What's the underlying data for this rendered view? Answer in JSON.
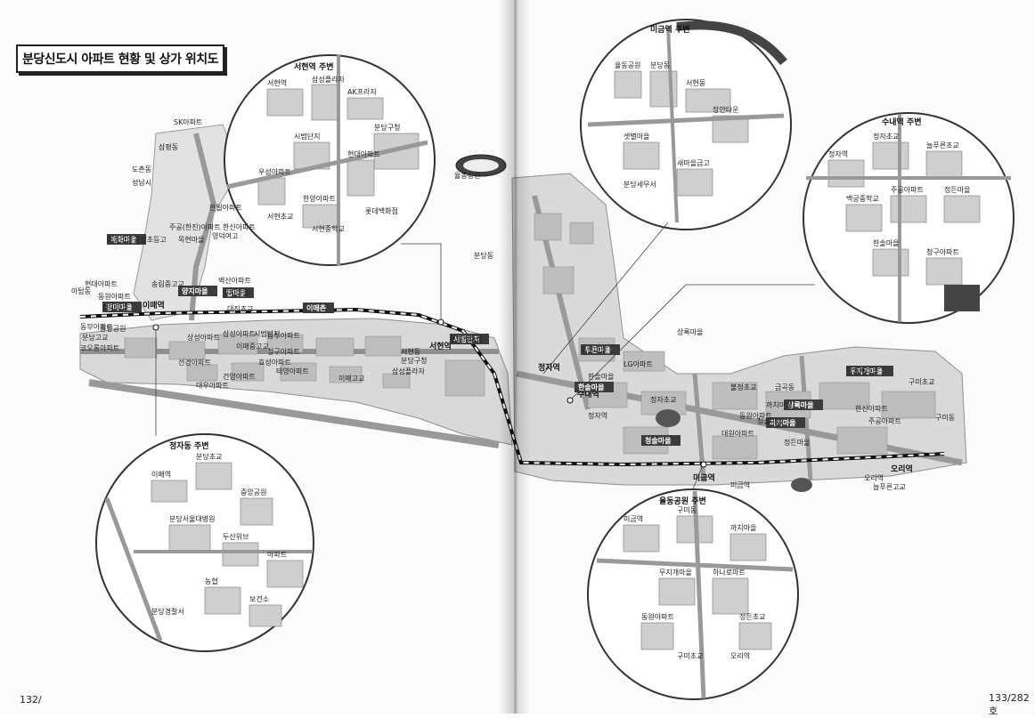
{
  "title": "분당신도시 아파트 현황 및 상가 위치도",
  "page_left": "132/",
  "page_right": "133/282호",
  "stations": [
    "이매역",
    "서현역",
    "수내역",
    "정자역",
    "미금역",
    "오리역"
  ],
  "villages": [
    "장미마을",
    "이매촌",
    "시범단지",
    "한솔마을",
    "양지마을",
    "탑마을",
    "매화마을",
    "푸른마을",
    "청솔마을",
    "까치마을",
    "상록마을",
    "무지개마을"
  ],
  "labels_left": [
    "SK아파트",
    "삼평동",
    "도촌동",
    "성남시",
    "한일아파트",
    "주공(한진)아파트",
    "한신아파트",
    "영덕여고",
    "매화마을",
    "중앙초등고",
    "목현마을",
    "송림중고교",
    "벽산아파트",
    "동원아파트",
    "양지마을",
    "대진초교",
    "현대아파트",
    "동부아파트",
    "아탑동",
    "분당고교",
    "코오롱아파트",
    "장미마을",
    "중앙공원",
    "상성아파트",
    "삼성아파트",
    "이매중고교",
    "선경아파트",
    "대우아파트",
    "청구아파트",
    "서현동",
    "분당구청",
    "삼성플라자",
    "롯데백화점",
    "시범단지",
    "효성아파트",
    "건영아파트",
    "태영아파트",
    "이매고교",
    "동부아파트"
  ],
  "labels_right": [
    "율동공원",
    "분당동",
    "정자역",
    "미금역",
    "오리역",
    "한솔마을",
    "청솔마을",
    "상록마을",
    "까치마을",
    "무지개마을",
    "푸른마을",
    "LG아파트",
    "주공아파트",
    "한신아파트",
    "구미초교",
    "정자초교",
    "불정초교",
    "금곡동",
    "구미동",
    "동원아파트",
    "대원아파트",
    "정든마을",
    "늘푸른고교"
  ],
  "insets": [
    "서현역 주변",
    "정자동 주변",
    "미금역 주변",
    "수내역 주변",
    "율동공원 주변"
  ],
  "inset_labels": {
    "a": [
      "서현역",
      "삼성플라자",
      "AK프라자",
      "분당구청",
      "시범단지",
      "현대아파트",
      "우성아파트",
      "한양아파트",
      "서현초교",
      "서현중학교",
      "롯데백화점"
    ],
    "b": [
      "이매역",
      "분당초교",
      "중앙공원",
      "분당서울대병원",
      "두산위브",
      "아파트",
      "농협",
      "보건소",
      "분당경찰서"
    ],
    "c": [
      "율동공원",
      "분당동",
      "서현동",
      "장안타운",
      "샛별마을",
      "새마을금고",
      "분당세무서"
    ],
    "d": [
      "정자역",
      "정자초교",
      "늘푸른초교",
      "백궁중학교",
      "주공아파트",
      "정든마을",
      "한솔마을",
      "청구아파트"
    ],
    "e": [
      "미금역",
      "구미동",
      "까치마을",
      "무지개마을",
      "하나로마트",
      "정든초교",
      "동원아파트",
      "구미초교",
      "오리역"
    ]
  },
  "colors": {
    "road": "#8f8f8f",
    "block": "#d9d9d9",
    "block_dark": "#bdbdbd",
    "rail": "#111111",
    "ink": "#222222"
  }
}
